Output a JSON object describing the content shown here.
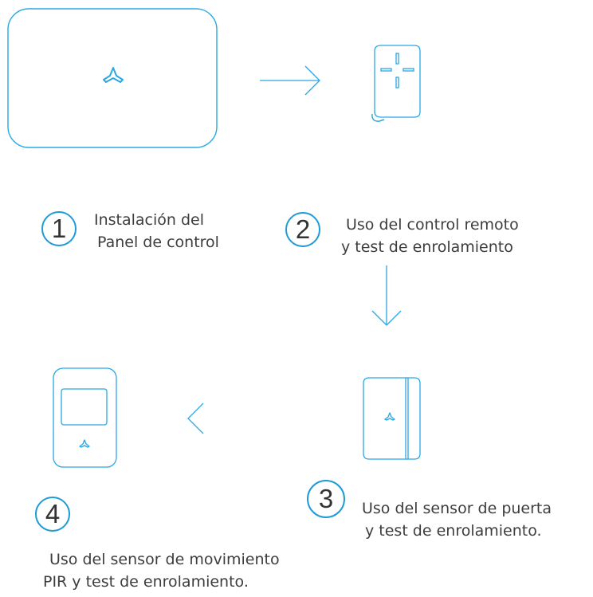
{
  "colors": {
    "device_stroke": "#28a8e6",
    "accent": "#1e9bd7",
    "text": "#3d3d3d"
  },
  "steps": [
    {
      "number": "1",
      "line1": "Instalación del",
      "line2": "Panel de control"
    },
    {
      "number": "2",
      "line1": "Uso del control remoto",
      "line2": "y test de enrolamiento"
    },
    {
      "number": "3",
      "line1": "Uso del sensor de puerta",
      "line2": "y test de enrolamiento."
    },
    {
      "number": "4",
      "line1": "Uso del sensor de movimiento",
      "line2": "PIR y test de enrolamiento."
    }
  ]
}
